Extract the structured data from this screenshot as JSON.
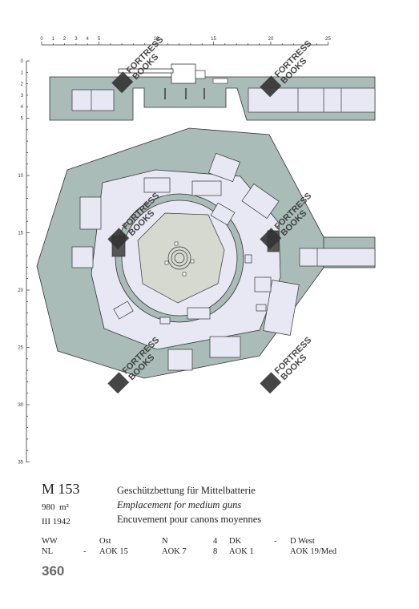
{
  "scale": {
    "top_ticks": [
      "0",
      "1",
      "2",
      "3",
      "4",
      "5",
      "10",
      "15",
      "20",
      "25"
    ],
    "left_ticks": [
      "0",
      "1",
      "2",
      "3",
      "4",
      "5",
      "10",
      "15",
      "20",
      "25",
      "30",
      "35"
    ]
  },
  "colors": {
    "concrete": "#a9bcb7",
    "rooms": "#e8e8f4",
    "line": "#333333",
    "watermark": "#333333"
  },
  "watermark": {
    "line1": "FORTRESS",
    "line2": "BOOKS"
  },
  "header": {
    "code": "M 153",
    "area_value": "980",
    "area_unit": "m²",
    "date": "III 1942"
  },
  "descriptions": {
    "de": "Geschützbettung für Mittelbatterie",
    "en": "Emplacement for medium guns",
    "fr": "Encuvement pour canons moyennes"
  },
  "distribution": {
    "row1": [
      "WW",
      "Ost",
      "N",
      "4",
      "DK",
      "-",
      "D West"
    ],
    "row2": [
      "NL",
      "-",
      "AOK 15",
      "AOK 7",
      "8",
      "AOK 1",
      "AOK 19/Med"
    ]
  },
  "page_number": "360"
}
